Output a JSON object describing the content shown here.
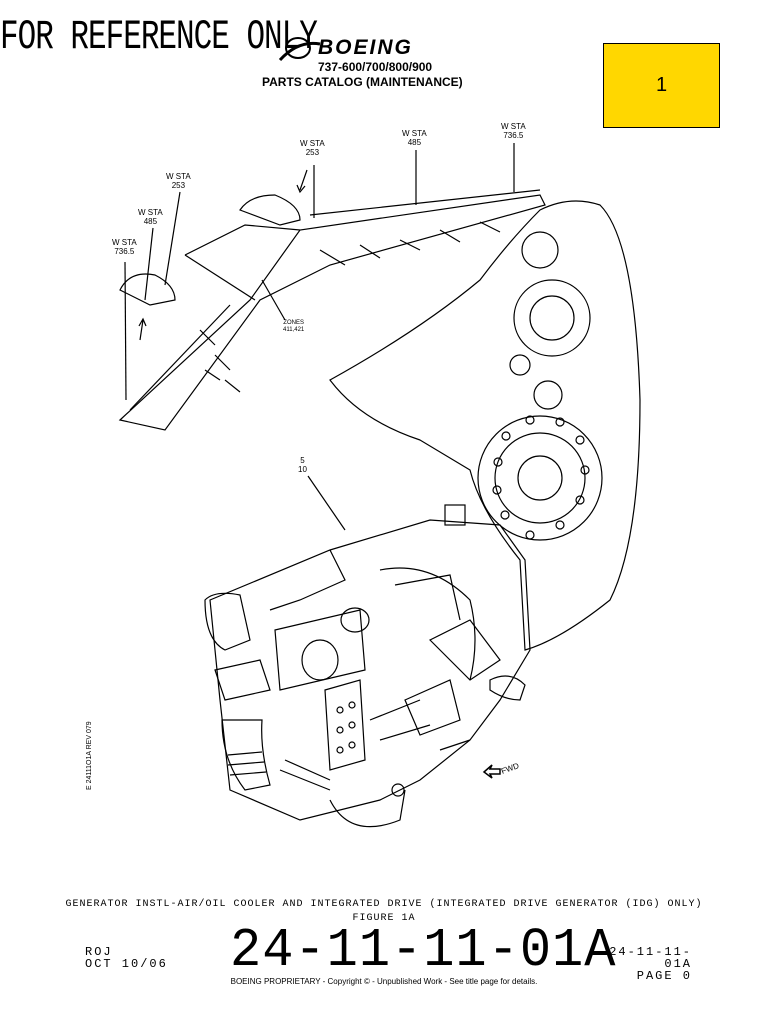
{
  "header": {
    "watermark": "FOR REFERENCE ONLY",
    "brand": "BOEING",
    "models": "737-600/700/800/900",
    "catalog": "PARTS CATALOG  (MAINTENANCE)",
    "page_box": "1"
  },
  "diagram": {
    "wsta_labels": [
      {
        "line1": "W STA",
        "line2": "253"
      },
      {
        "line1": "W STA",
        "line2": "485"
      },
      {
        "line1": "W STA",
        "line2": "736.5"
      },
      {
        "line1": "W STA",
        "line2": "253"
      },
      {
        "line1": "W STA",
        "line2": "485"
      },
      {
        "line1": "W STA",
        "line2": "736.5"
      }
    ],
    "zones_label": "ZONES",
    "zones_value": "411,421",
    "item_5": "5",
    "item_10": "10",
    "fwd_label": "FWD",
    "side_ref": "E 24111O1A    REV 079"
  },
  "footer": {
    "caption": "GENERATOR INSTL-AIR/OIL COOLER AND INTEGRATED DRIVE (INTEGRATED DRIVE GENERATOR (IDG) ONLY)",
    "figure": "FIGURE 1A",
    "roj": "ROJ",
    "date": "OCT 10/06",
    "big_number": "24-11-11-01A",
    "page_ref": "24-11-11-01A",
    "page": "PAGE 0",
    "copyright": "BOEING PROPRIETARY - Copyright © - Unpublished Work - See title page for details."
  },
  "colors": {
    "page_box": "#ffd700",
    "ink": "#000000"
  }
}
